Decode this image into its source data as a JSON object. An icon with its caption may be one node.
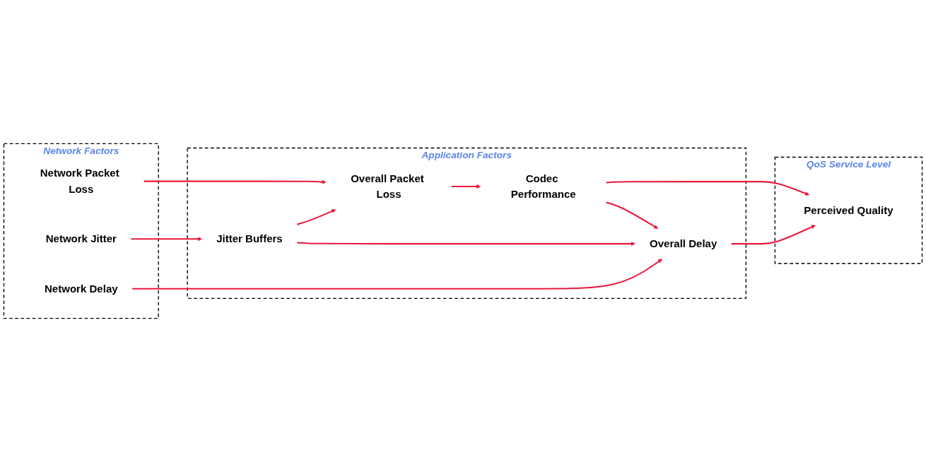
{
  "diagram": {
    "nodes": [
      {
        "text": [
          "Network Factors"
        ]
      },
      {
        "text": [
          "Network Packet Loss"
        ],
        "in": 0
      },
      {
        "text": [
          "Network Jitter"
        ],
        "in": 0
      },
      {
        "text": [
          "Network Delay"
        ],
        "in": 0
      },
      {
        "text": [
          "Application Factors"
        ]
      },
      {
        "text": [
          "Overall Packet Loss"
        ],
        "in": 4
      },
      {
        "text": [
          "Codec Performance"
        ],
        "in": 4
      },
      {
        "text": [
          "Jitter Buffers"
        ],
        "in": 4
      },
      {
        "text": [
          "Overall Delay"
        ],
        "in": 4
      },
      {
        "text": [
          "QoS Service Level"
        ]
      },
      {
        "text": [
          "Perceived Quality"
        ],
        "in": 9
      }
    ],
    "edges": [
      {
        "from": 1,
        "to": 5,
        "arrow": "to"
      },
      {
        "from": 2,
        "to": 7,
        "arrow": "to"
      },
      {
        "from": 7,
        "to": 5,
        "arrow": "to"
      },
      {
        "from": 5,
        "to": 6,
        "arrow": "to"
      },
      {
        "from": 6,
        "to": 8,
        "arrow": "to"
      },
      {
        "from": 7,
        "to": 8,
        "arrow": "to"
      },
      {
        "from": 3,
        "to": 8,
        "arrow": "to"
      },
      {
        "from": 6,
        "to": 10,
        "arrow": "to"
      },
      {
        "from": 8,
        "to": 10,
        "arrow": "to"
      }
    ]
  }
}
